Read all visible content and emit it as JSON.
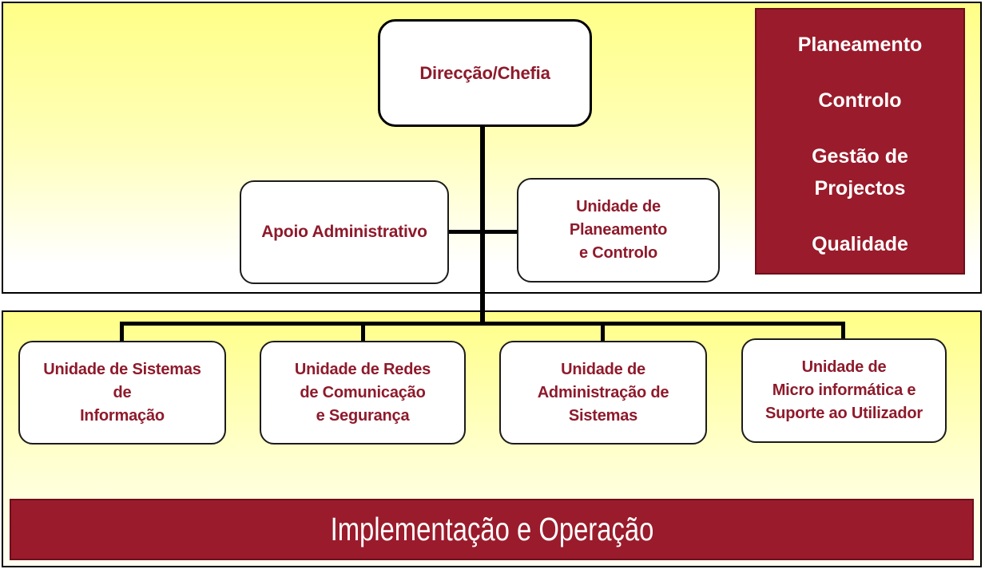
{
  "colors": {
    "accent_red": "#9A1B2B",
    "accent_red_border": "#6E0E1C",
    "node_text_red": "#8E1A2B",
    "background_yellow": "#FFFF87",
    "connector_black": "#000000"
  },
  "org": {
    "root": {
      "label": "Direcção/Chefia"
    },
    "staff": [
      {
        "label": "Apoio Administrativo"
      },
      {
        "label": "Unidade de\nPlaneamento\ne Controlo"
      }
    ],
    "units": [
      {
        "label": "Unidade de Sistemas\nde\nInformação"
      },
      {
        "label": "Unidade de Redes\nde Comunicação\ne Segurança"
      },
      {
        "label": "Unidade de\nAdministração de\nSistemas"
      },
      {
        "label": "Unidade de\nMicro informática e\nSuporte ao Utilizador"
      }
    ]
  },
  "sidebar": {
    "items": [
      "Planeamento",
      "Controlo",
      "Gestão de\nProjectos",
      "Qualidade"
    ]
  },
  "banner": {
    "label": "Implementação e Operação"
  }
}
